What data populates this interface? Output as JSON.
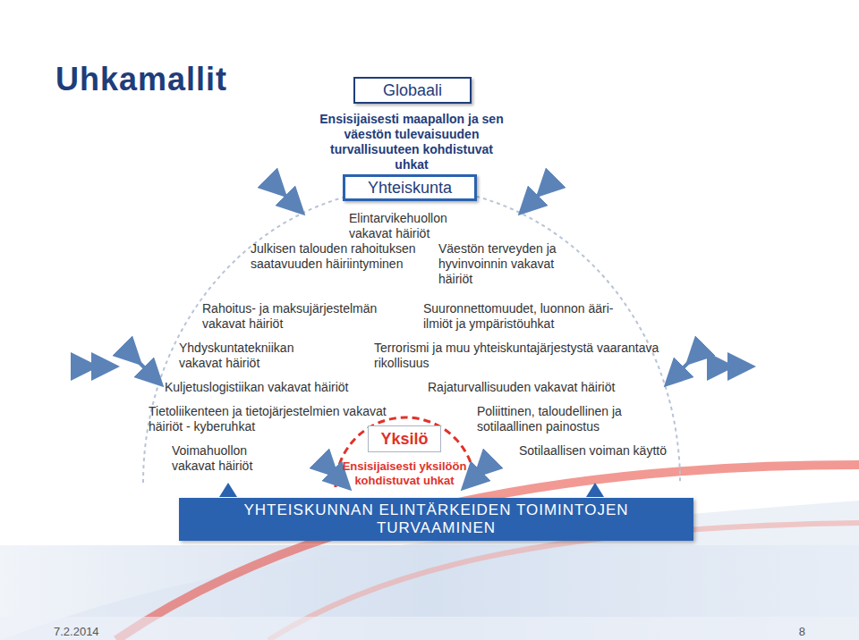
{
  "diagram": {
    "title": "Uhkamallit",
    "nodes": [
      {
        "text": [
          "Globaali"
        ]
      },
      {
        "text": [
          "Yhteiskunta"
        ]
      },
      {
        "text": [
          "Yksilö"
        ]
      },
      {
        "text": [
          "YHTEISKUNNAN ELINTÄRKEIDEN TOIMINTOJEN TURVAAMINEN"
        ]
      }
    ],
    "labels": [
      "Ensisijaisesti maapallon ja sen väestön tulevaisuuden turvallisuuteen kohdistuvat uhkat",
      "Elintarvikehuollon vakavat häiriöt",
      "Julkisen talouden rahoituksen saatavuuden häiriintyminen",
      "Väestön terveyden ja hyvinvoinnin vakavat häiriöt",
      "Rahoitus- ja maksujärjestelmän vakavat häiriöt",
      "Suuronnettomuudet, luonnon ääri-ilmiöt ja ympäristöuhkat",
      "Yhdyskuntatekniikan vakavat häiriöt",
      "Terrorismi ja muu yhteiskuntajärjestystä vaarantava rikollisuus",
      "Kuljetuslogistiikan vakavat häiriöt",
      "Rajaturvallisuuden vakavat häiriöt",
      "Tietoliikenteen ja tietojärjestelmien vakavat häiriöt - kyberuhkat",
      "Poliittinen, taloudellinen ja sotilaallinen painostus",
      "Voimahuollon vakavat häiriöt",
      "Sotilaallisen voiman käyttö",
      "Ensisijaisesti yksilöön kohdistuvat uhkat",
      "7.2.2014",
      "8"
    ]
  }
}
